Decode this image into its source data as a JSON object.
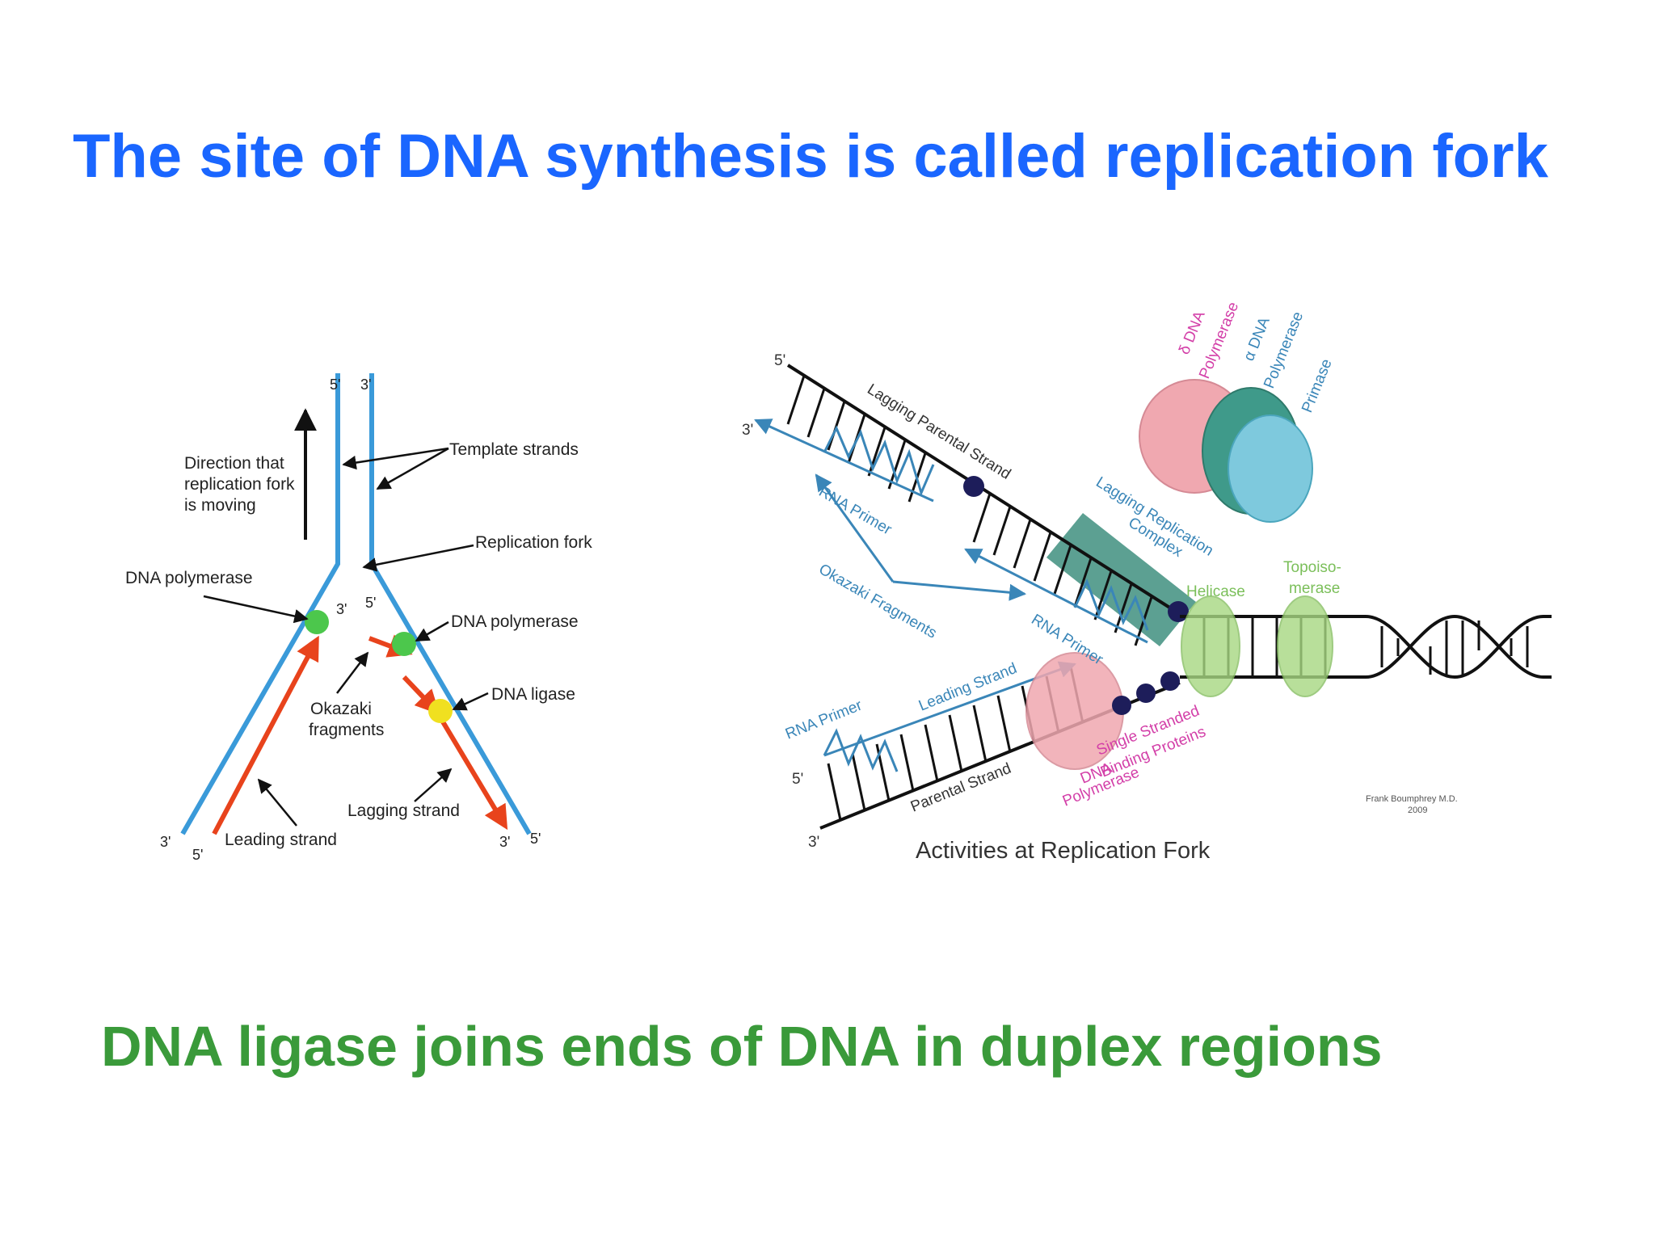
{
  "slide": {
    "title": "The site of DNA synthesis is called replication fork",
    "footer": "DNA ligase joins ends of DNA in duplex regions",
    "title_color": "#1a66ff",
    "footer_color": "#3a9a3a"
  },
  "left_diagram": {
    "top_5": "5'",
    "top_3": "3'",
    "direction_line1": "Direction that",
    "direction_line2": "replication fork",
    "direction_line3": "is moving",
    "template_strands": "Template strands",
    "replication_fork": "Replication fork",
    "dna_polymerase_left": "DNA polymerase",
    "dna_polymerase_right": "DNA polymerase",
    "mid_3": "3'",
    "mid_5": "5'",
    "dna_ligase": "DNA ligase",
    "okazaki_line1": "Okazaki",
    "okazaki_line2": "fragments",
    "lagging_strand": "Lagging strand",
    "leading_strand": "Leading strand",
    "bottom_3_left": "3'",
    "bottom_5_left": "5'",
    "bottom_3_right": "3'",
    "bottom_5_right": "5'",
    "colors": {
      "template": "#3a9ad9",
      "new_strand": "#e8431c",
      "polymerase": "#4cc74c",
      "ligase": "#f0e020"
    }
  },
  "right_diagram": {
    "caption": "Activities at Replication Fork",
    "top_5": "5'",
    "top_3": "3'",
    "lagging_parental_strand": "Lagging Parental Strand",
    "rna_primer_top": "RNA Primer",
    "okazaki_fragments": "Okazaki Fragments",
    "rna_primer_mid": "RNA Primer",
    "lagging_replication_line1": "Lagging Replication",
    "lagging_replication_line2": "Complex",
    "delta_polymerase_line1": "δ DNA",
    "delta_polymerase_line2": "Polymerase",
    "alpha_polymerase_line1": "α DNA",
    "alpha_polymerase_line2": "Polymerase",
    "primase": "Primase",
    "helicase": "Helicase",
    "topoisomerase_line1": "Topoiso-",
    "topoisomerase_line2": "merase",
    "leading_strand": "Leading Strand",
    "rna_primer_bottom": "RNA Primer",
    "parental_strand": "Parental Strand",
    "ssb_line1": "Single Stranded",
    "ssb_line2": "Binding Proteins",
    "dna_polymerase_line1": "DNA",
    "dna_polymerase_line2": "Polymerase",
    "bottom_5": "5'",
    "bottom_3": "3'",
    "credit_line1": "Frank Boumphrey M.D.",
    "credit_line2": "2009"
  }
}
